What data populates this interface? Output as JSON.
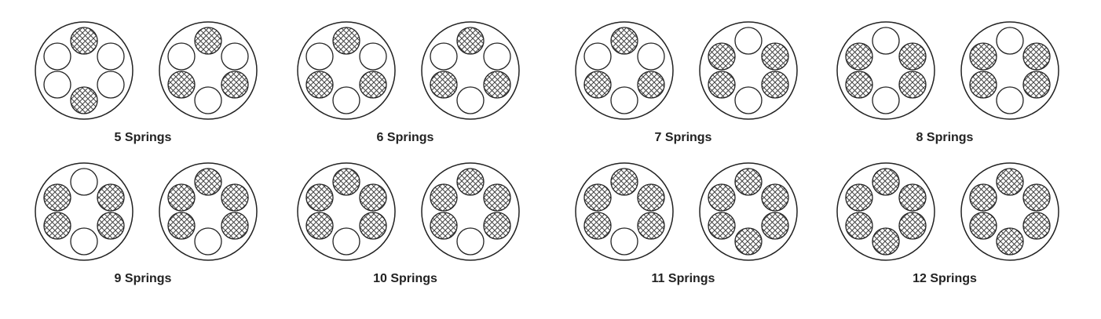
{
  "colors": {
    "stroke": "#222222",
    "hatch": "#444444",
    "empty": "#ffffff"
  },
  "configurations": [
    {
      "label": "5 Springs",
      "pairs": [
        [
          1,
          0,
          0,
          0,
          0,
          1
        ],
        [
          1,
          0,
          0,
          1,
          1,
          0
        ]
      ]
    },
    {
      "label": "6 Springs",
      "pairs": [
        [
          1,
          0,
          0,
          1,
          1,
          0
        ],
        [
          1,
          0,
          0,
          1,
          1,
          0
        ]
      ]
    },
    {
      "label": "7 Springs",
      "pairs": [
        [
          1,
          0,
          0,
          1,
          1,
          0
        ],
        [
          0,
          1,
          1,
          1,
          1,
          0
        ]
      ]
    },
    {
      "label": "8 Springs",
      "pairs": [
        [
          0,
          1,
          1,
          1,
          1,
          0
        ],
        [
          0,
          1,
          1,
          1,
          1,
          0
        ]
      ]
    },
    {
      "label": "9 Springs",
      "pairs": [
        [
          0,
          1,
          1,
          1,
          1,
          0
        ],
        [
          1,
          1,
          1,
          1,
          1,
          0
        ]
      ]
    },
    {
      "label": "10 Springs",
      "pairs": [
        [
          1,
          1,
          1,
          1,
          1,
          0
        ],
        [
          1,
          1,
          1,
          1,
          1,
          0
        ]
      ]
    },
    {
      "label": "11 Springs",
      "pairs": [
        [
          1,
          1,
          1,
          1,
          1,
          0
        ],
        [
          1,
          1,
          1,
          1,
          1,
          1
        ]
      ]
    },
    {
      "label": "12 Springs",
      "pairs": [
        [
          1,
          1,
          1,
          1,
          1,
          1
        ],
        [
          1,
          1,
          1,
          1,
          1,
          1
        ]
      ]
    }
  ]
}
